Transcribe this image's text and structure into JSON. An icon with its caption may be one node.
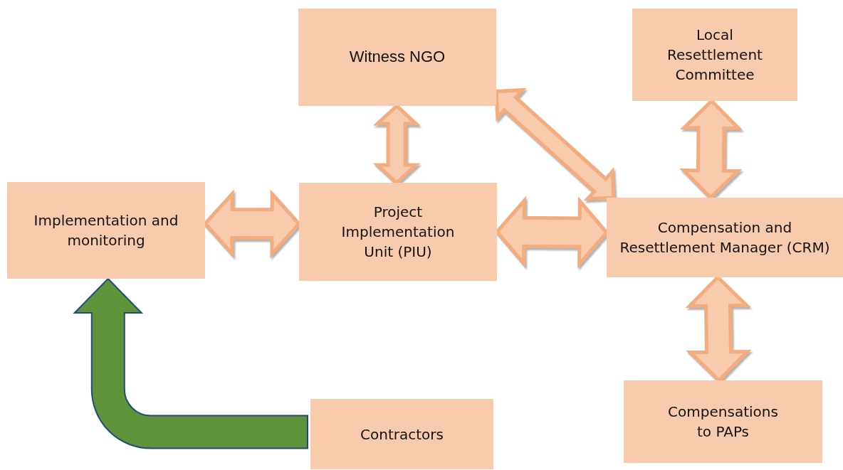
{
  "diagram": {
    "nodes": [
      {
        "text": [
          "Witness NGO"
        ]
      },
      {
        "text": [
          "Local Resettlement Committee"
        ]
      },
      {
        "text": [
          "Implementation and monitoring"
        ]
      },
      {
        "text": [
          "Project Implementation Unit (PIU)"
        ]
      },
      {
        "text": [
          "Compensation and Resettlement Manager (CRM)"
        ]
      },
      {
        "text": [
          "Contractors"
        ]
      },
      {
        "text": [
          "Compensations to PAPs"
        ]
      }
    ],
    "edges": [
      {
        "from": 0,
        "to": 3,
        "arrow": "both"
      },
      {
        "from": 0,
        "to": 4,
        "arrow": "both"
      },
      {
        "from": 1,
        "to": 4,
        "arrow": "both"
      },
      {
        "from": 2,
        "to": 3,
        "arrow": "both"
      },
      {
        "from": 3,
        "to": 4,
        "arrow": "both"
      },
      {
        "from": 4,
        "to": 6,
        "arrow": "both"
      },
      {
        "from": 5,
        "to": 2,
        "arrow": "to",
        "color": "#5f943b"
      }
    ]
  }
}
